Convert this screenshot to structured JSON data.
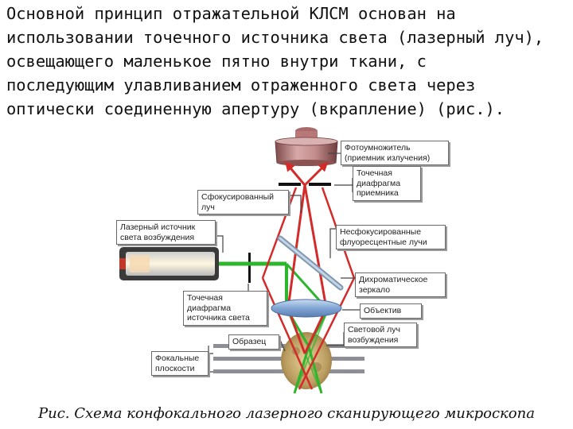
{
  "paragraph": {
    "lines": [
      "Основной принцип отражательной КЛСМ основан на",
      "использовании точечного источника света  (лазерный луч),",
      "освещающего маленькое пятно внутри ткани, с",
      "последующим улавливанием отраженного света через",
      "оптически соединенную апертуру (вкрапление) (рис.)."
    ]
  },
  "caption": "Рис. Схема  конфокального лазерного сканирующего микроскопа",
  "labels": {
    "pmt": [
      "Фотоумножитель",
      "(приемник излучения)"
    ],
    "detector_pinhole": [
      "Точечная",
      "диафрагма",
      "приемника"
    ],
    "focused_beam": [
      "Сфокусированный",
      "луч"
    ],
    "laser_source": [
      "Лазерный источник",
      "света возбуждения"
    ],
    "unfocused_rays": [
      "Несфокусированные",
      "флуоресцентные лучи"
    ],
    "dichroic_mirror": [
      "Дихроматическое",
      "зеркало"
    ],
    "source_pinhole": [
      "Точечная",
      "диафрагма",
      "источника света"
    ],
    "objective": [
      "Объектив"
    ],
    "excitation_beam": [
      "Световой луч",
      "возбуждения"
    ],
    "sample": [
      "Образец"
    ],
    "focal_planes": [
      "Фокальные",
      "плоскости"
    ]
  },
  "colors": {
    "excitation_beam": "#2db52d",
    "emission_beam": "#d42a2a",
    "pmt_body": "#b97878",
    "dichroic_mirror": "#9fb6cc",
    "objective_lens": "#8fb0d8",
    "sample": "#c9b079"
  }
}
